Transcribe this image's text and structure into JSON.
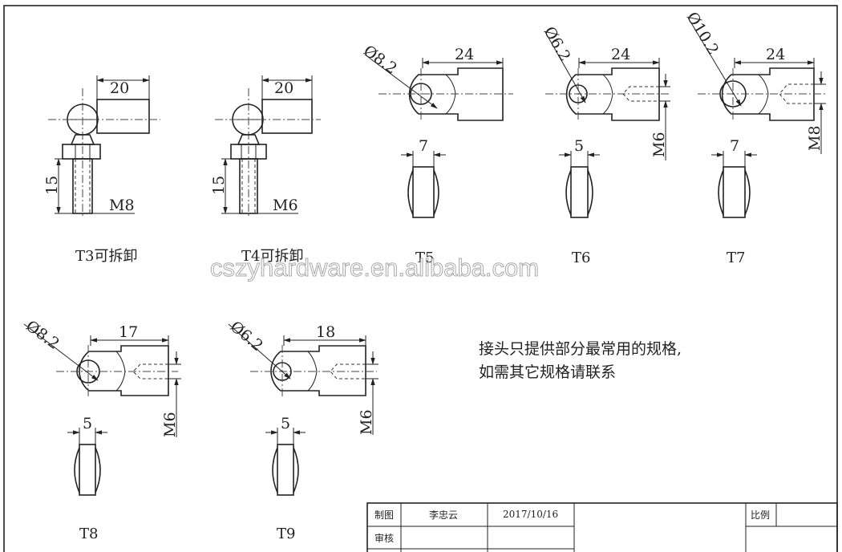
{
  "drawing": {
    "t3": {
      "label": "T3可拆卸",
      "length": "20",
      "height": "15",
      "thread": "M8"
    },
    "t4": {
      "label": "T4可拆卸",
      "length": "20",
      "height": "15",
      "thread": "M6"
    },
    "t5": {
      "label": "T5",
      "hole": "Ø8.2",
      "length": "24",
      "width": "7"
    },
    "t6": {
      "label": "T6",
      "hole": "Ø6.2",
      "length": "24",
      "width": "5",
      "thread": "M6"
    },
    "t7": {
      "label": "T7",
      "hole": "Ø10.2",
      "length": "24",
      "width": "7",
      "thread": "M8"
    },
    "t8": {
      "label": "T8",
      "hole": "Ø8.2",
      "length": "17",
      "width": "5",
      "thread": "M6"
    },
    "t9": {
      "label": "T9",
      "hole": "Ø6.2",
      "length": "18",
      "width": "5",
      "thread": "M6"
    }
  },
  "note": {
    "line1": "接头只提供部分最常用的规格,",
    "line2": "如需其它规格请联系"
  },
  "watermark": "cszyhardware.en.alibaba.com",
  "title_block": {
    "drawn_label": "制图",
    "drawn_by": "李忠云",
    "date": "2017/10/16",
    "scale_label": "比例",
    "review_label": "审核"
  }
}
